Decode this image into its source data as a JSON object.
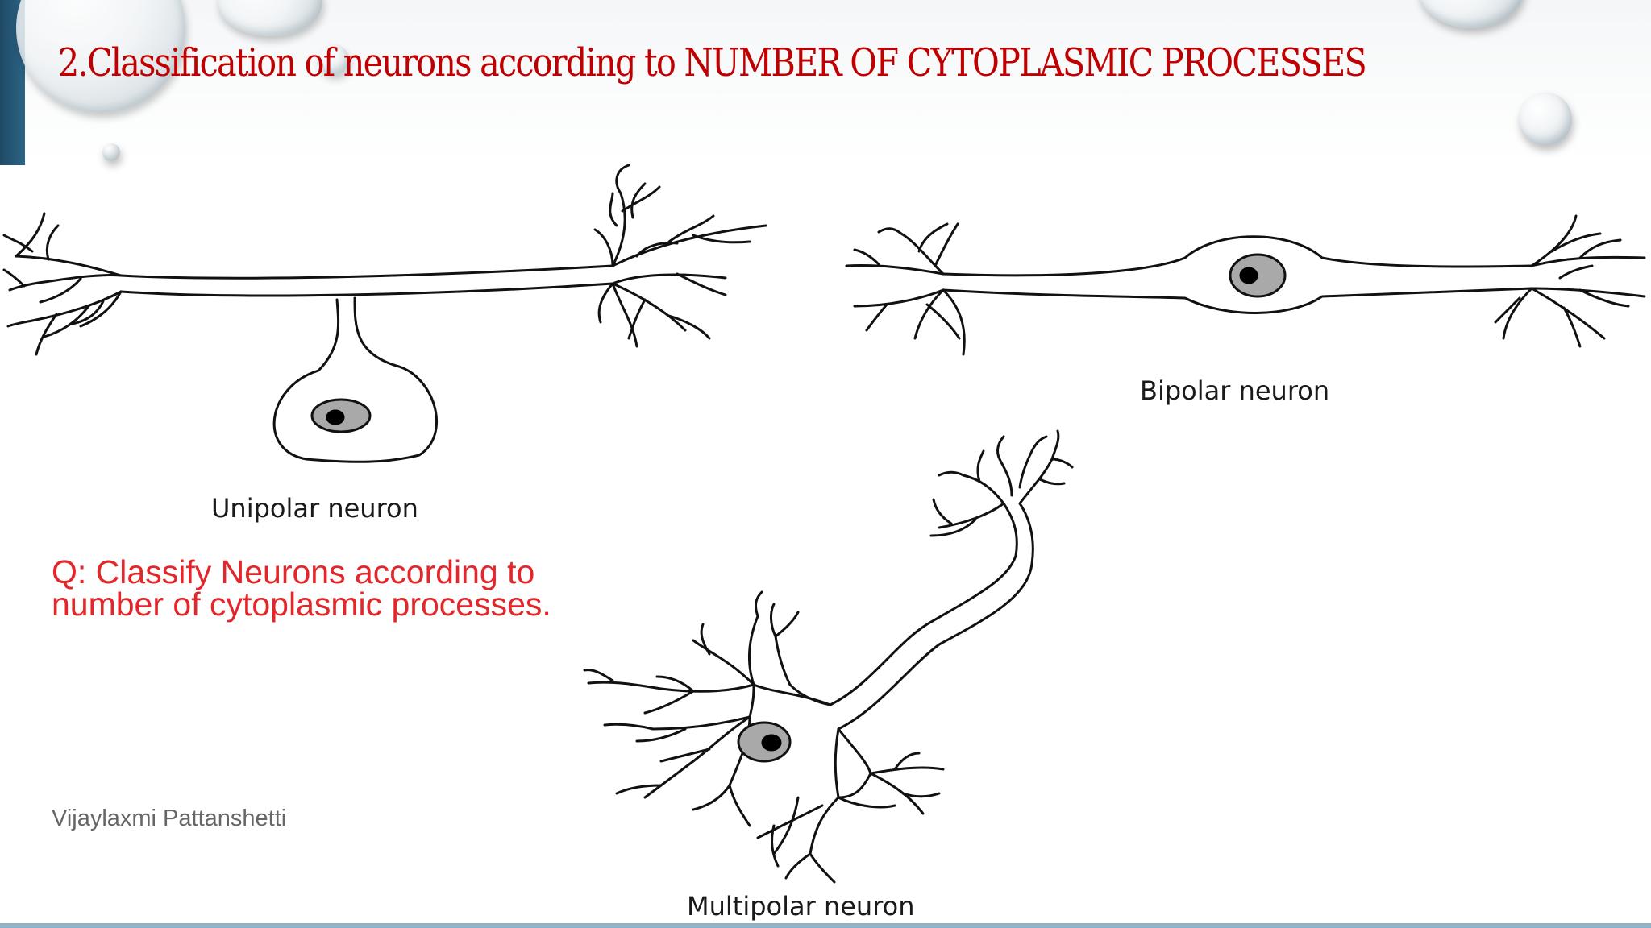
{
  "slide": {
    "title": "2.Classification of neurons according to NUMBER OF CYTOPLASMIC PROCESSES",
    "question_prefix": "Q:",
    "question_text": " Classify Neurons according to number of cytoplasmic processes.",
    "author": "Vijaylaxmi Pattanshetti"
  },
  "diagram": {
    "labels": {
      "unipolar": "Unipolar neuron",
      "bipolar": "Bipolar neuron",
      "multipolar": "Multipolar neuron"
    }
  },
  "colors": {
    "title": "#c00000",
    "question": "#e3262a",
    "author": "#666666",
    "nucleus_fill": "#a9a9a9",
    "nucleolus": "#000000"
  }
}
